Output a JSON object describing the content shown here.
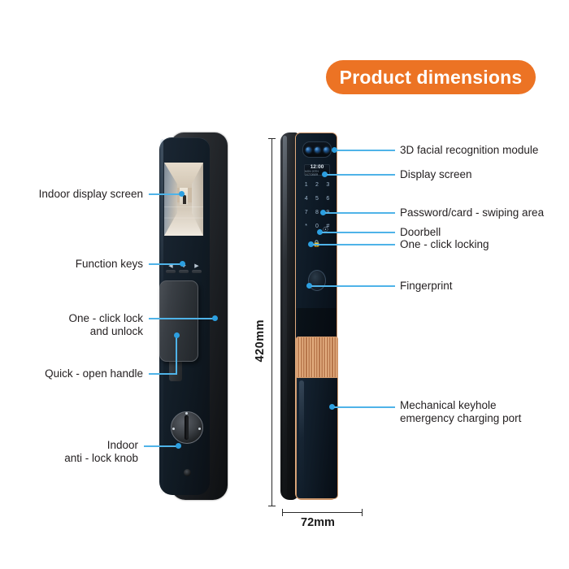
{
  "title": {
    "text": "Product dimensions"
  },
  "colors": {
    "accent_orange": "#ec7324",
    "leader_blue": "#4fb3e8",
    "dot_blue": "#2c9fe0",
    "gold": "#d39a6d",
    "body_dark": "#0b1520"
  },
  "dimensions": {
    "height": "420mm",
    "width": "72mm"
  },
  "callouts_left": [
    {
      "label": "Indoor display screen"
    },
    {
      "label": "Function keys"
    },
    {
      "label": "One - click lock\nand unlock"
    },
    {
      "label": "Quick - open handle"
    },
    {
      "label": "Indoor\nanti - lock knob"
    }
  ],
  "callouts_right": [
    {
      "label": "3D facial recognition module"
    },
    {
      "label": "Display screen"
    },
    {
      "label": "Password/card - swiping area"
    },
    {
      "label": "Doorbell"
    },
    {
      "label": "One - click locking"
    },
    {
      "label": "Fingerprint"
    },
    {
      "label": "Mechanical keyhole\nemergency charging port"
    }
  ],
  "front_panel": {
    "display": {
      "time": "12:00",
      "subtext": "MON 20TH OCTOBER"
    },
    "keypad": [
      "1",
      "2",
      "3",
      "4",
      "5",
      "6",
      "7",
      "8",
      "9",
      "*",
      "0",
      "#"
    ],
    "doorbell_icon": "bell-icon",
    "lock_icon": "padlock-icon",
    "fingerprint_icon": "fingerprint-icon",
    "face_module_icon": "camera-lens-icon"
  },
  "indoor_panel": {
    "function_keys": [
      {
        "icon": "arrow-left-icon",
        "glyph": "◀"
      },
      {
        "icon": "settings-gear-icon",
        "glyph": "❖"
      },
      {
        "icon": "arrow-right-icon",
        "glyph": "▶"
      }
    ],
    "screen_content": "hallway-camera-view",
    "knob_icon": "anti-lock-knob-icon"
  }
}
